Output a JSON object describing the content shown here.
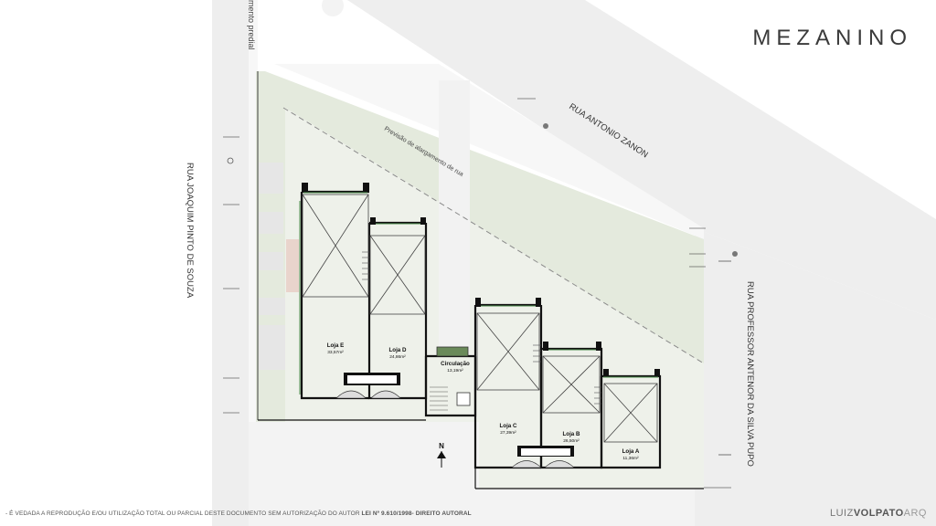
{
  "page_title": "MEZANINO",
  "streets": {
    "top_partial": "mento predial",
    "left": "RUA JOAQUIM PINTO DE SOUZA",
    "top_diagonal": "RUA ANTONIO ZANON",
    "right": "RUA PROFESSOR ANTENOR DA SILVA PUPO"
  },
  "widening_note": "Previsão de alargamento de rua",
  "rooms": [
    {
      "name": "Loja E",
      "area": "33,57m²"
    },
    {
      "name": "Loja D",
      "area": "24,86m²"
    },
    {
      "name": "Circulação",
      "area": "13,19m²"
    },
    {
      "name": "Loja C",
      "area": "27,39m²"
    },
    {
      "name": "Loja B",
      "area": "26,50m²"
    },
    {
      "name": "Loja A",
      "area": "11,36m²"
    }
  ],
  "north_label": "N",
  "disclaimer": {
    "text": "- É VEDADA A REPRODUÇÃO E/OU UTILIZAÇÃO TOTAL OU PARCIAL DESTE DOCUMENTO SEM AUTORIZAÇÃO DO AUTOR",
    "law": "LEI Nº 9.610/1998- DIREITO AUTORAL"
  },
  "brand": {
    "part1": "LUIZ",
    "part2": "VOLPATO",
    "part3": "ARQ"
  },
  "colors": {
    "garden": "#e4eadd",
    "street": "#ececec",
    "wall": "#111111"
  }
}
